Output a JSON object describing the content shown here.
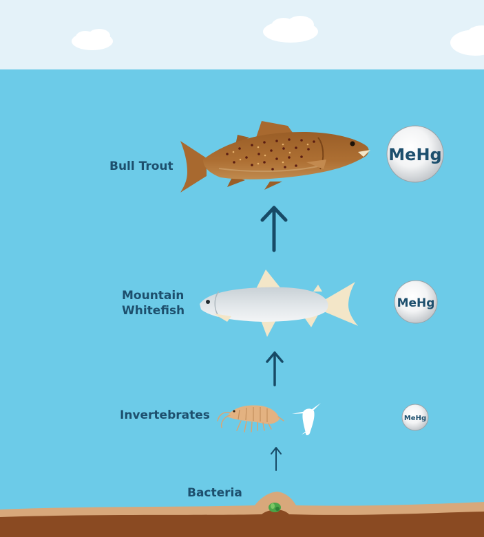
{
  "levels": [
    {
      "id": "bull-trout",
      "label": "Bull Trout",
      "mercury": "MeHg"
    },
    {
      "id": "mountain-whitefish",
      "label": "Mountain\nWhitefish",
      "mercury": "MeHg"
    },
    {
      "id": "invertebrates",
      "label": "Invertebrates",
      "mercury": "MeHg"
    },
    {
      "id": "bacteria",
      "label": "Bacteria"
    }
  ],
  "colors": {
    "sky": "#e4f2f9",
    "water": "#6ccbe8",
    "label_text": "#1d4f6d",
    "arrow": "#174a66",
    "sediment": "#8a4a22",
    "sand": "#d8a87b",
    "trout_body": "#a8692f",
    "whitefish_body": "#d8dfe3",
    "fins_cream": "#f3e6c8"
  }
}
